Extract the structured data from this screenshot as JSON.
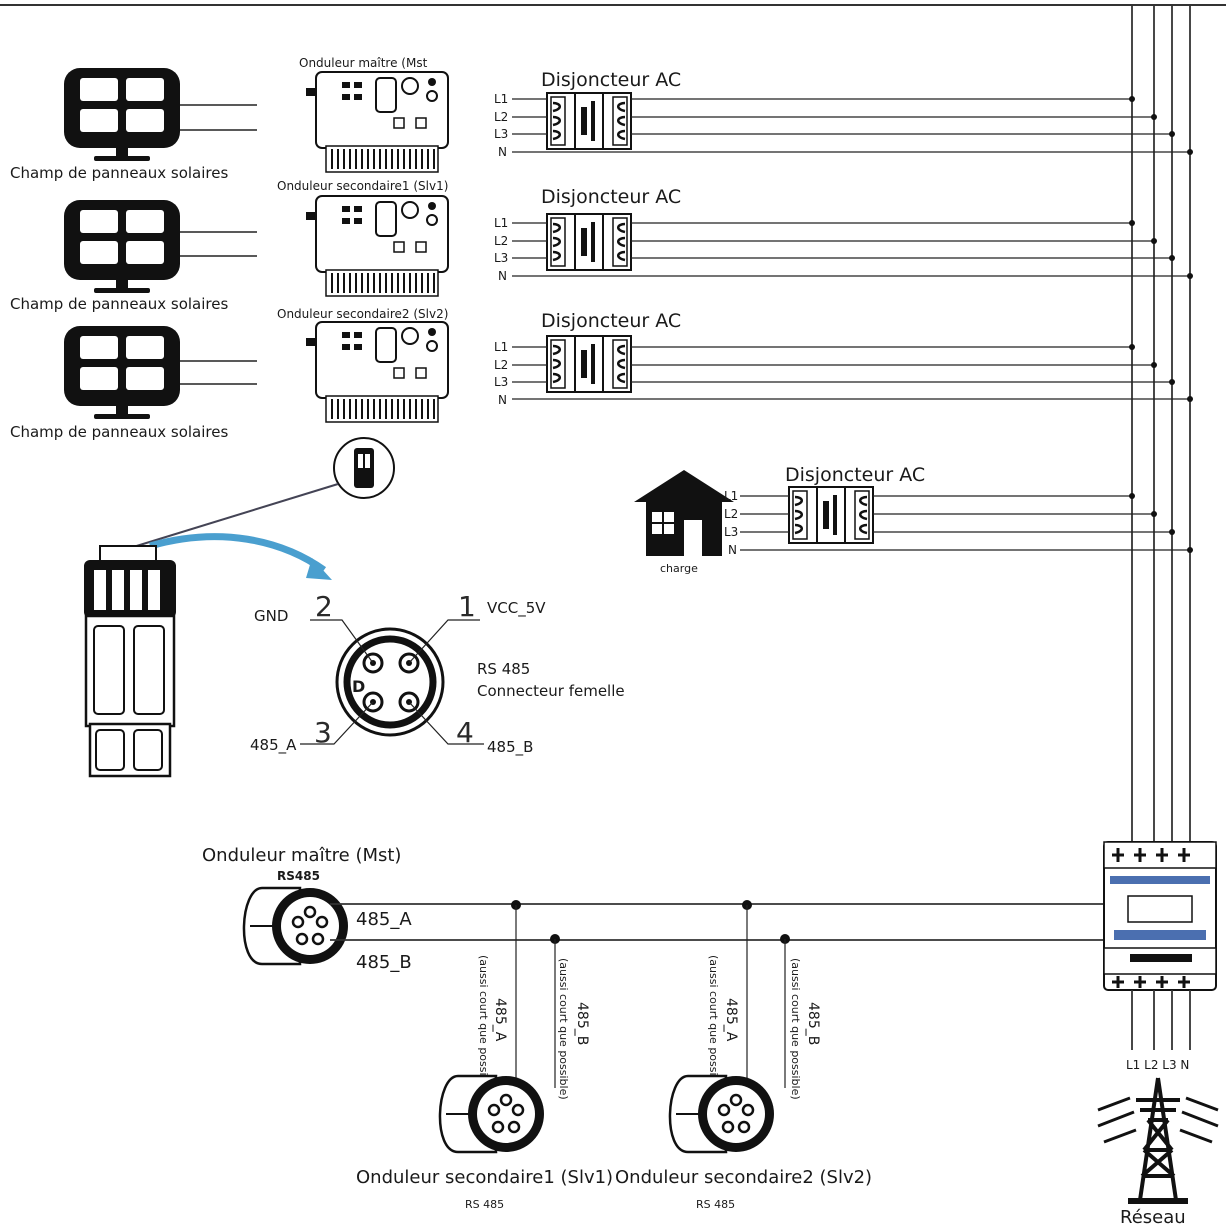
{
  "panels": {
    "label": "Champ de panneaux solaires"
  },
  "inverters": {
    "master": "Onduleur maître (Mst",
    "slave1": "Onduleur secondaire1 (Slv1)",
    "slave2": "Onduleur  secondaire2 (Slv2)"
  },
  "breaker": {
    "label": "Disjoncteur AC"
  },
  "phases": {
    "l1": "L1",
    "l2": "L2",
    "l3": "L3",
    "n": "N"
  },
  "house": {
    "label": "charge"
  },
  "connector": {
    "pin1_num": "1",
    "pin2_num": "2",
    "pin3_num": "3",
    "pin4_num": "4",
    "pin1_label": "VCC_5V",
    "pin2_label": "GND",
    "pin3_label": "485_A",
    "pin4_label": "485_B",
    "type_line1": "RS 485",
    "type_line2": "Connecteur femelle",
    "face_d": "D"
  },
  "bus": {
    "master_title": "Onduleur maître (Mst)",
    "master_port": "RS485",
    "line_a": "485_A",
    "line_b": "485_B",
    "drop_a": "485_A",
    "drop_b": "485_B",
    "drop_a_note": "(aussi court que possible",
    "drop_b_note": "(aussi court que possible)",
    "slave1_title": "Onduleur secondaire1 (Slv1)",
    "slave2_title": "Onduleur  secondaire2 (Slv2)",
    "port_label": "RS 485"
  },
  "meter": {
    "phases": "L1 L2 L3  N"
  },
  "grid": {
    "label": "Réseau"
  }
}
